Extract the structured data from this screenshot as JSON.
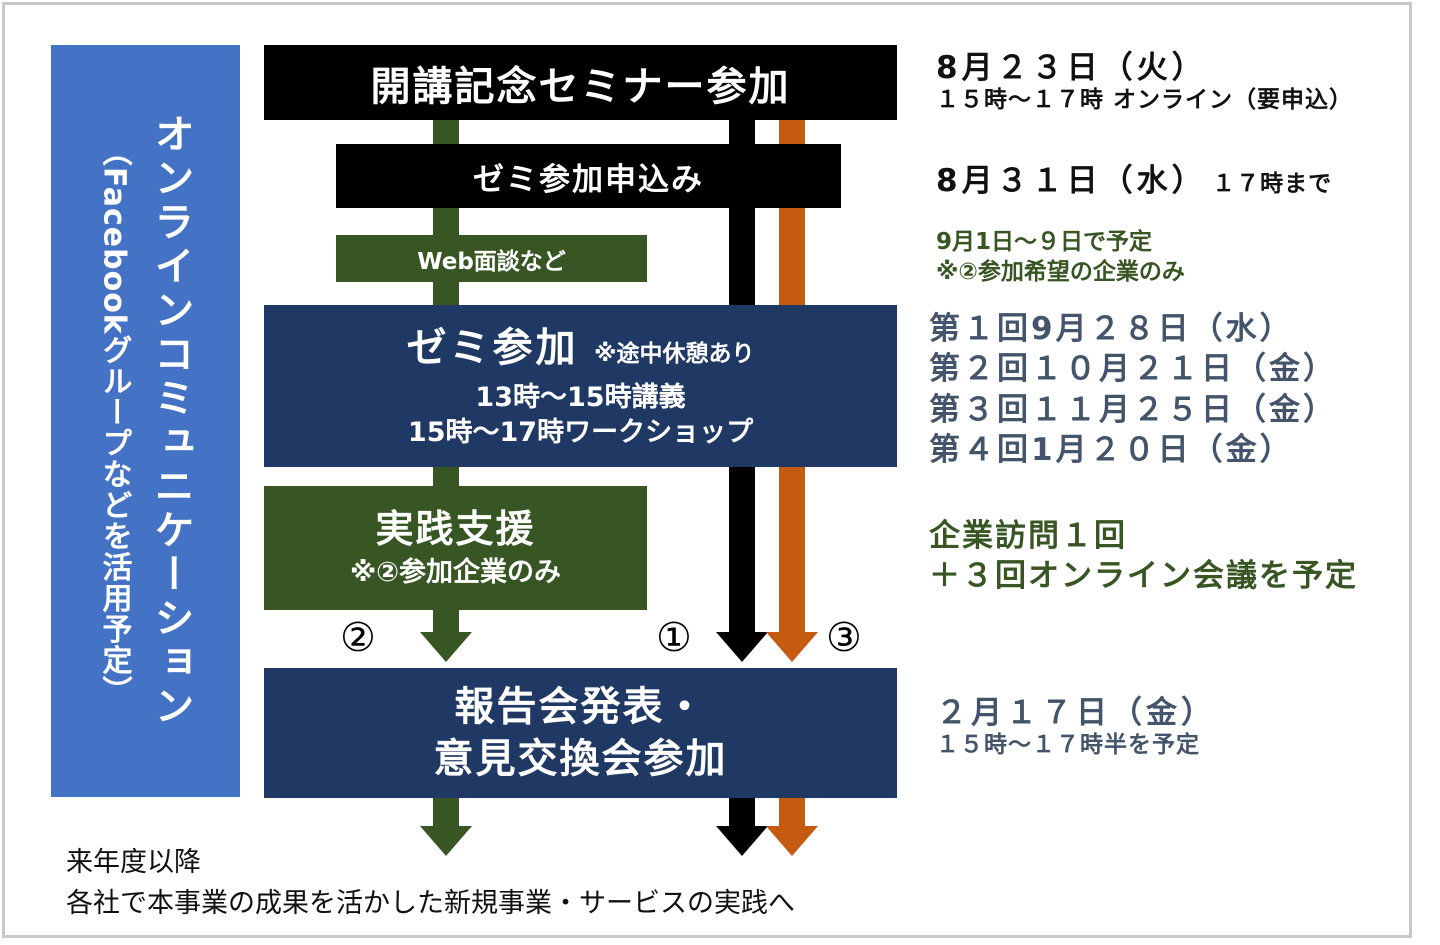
{
  "sidebar": {
    "title": "オンラインコミュニケーション",
    "subtitle": "（Facebookグループなどを活用予定）"
  },
  "flow": {
    "opening_seminar": "開講記念セミナー参加",
    "zemi_application": "ゼミ参加申込み",
    "web_interview": "Web面談など",
    "zemi": {
      "title": "ゼミ参加",
      "note": "※途中休憩あり",
      "line1": "13時～15時講義",
      "line2": "15時～17時ワークショップ"
    },
    "practice_support": {
      "title": "実践支援",
      "note": "※②参加企業のみ"
    },
    "report": {
      "line1": "報告会発表・",
      "line2": "意見交換会参加"
    },
    "tracks": [
      {
        "label": "②",
        "color": "#375623"
      },
      {
        "label": "①",
        "color": "#000000"
      },
      {
        "label": "③",
        "color": "#c55a11"
      }
    ]
  },
  "schedule": {
    "opening": {
      "date": "8月２３日（火）",
      "detail": "１５時～１７時 オンライン（要申込）"
    },
    "application": {
      "date": "8月３１日（水）",
      "detail": "１７時まで"
    },
    "interview": {
      "line1": "9月1日～９日で予定",
      "line2": "※②参加希望の企業のみ"
    },
    "zemi_dates": [
      "第１回9月２８日（水）",
      "第２回１０月２１日（金）",
      "第３回１１月２５日（金）",
      "第４回1月２０日（金）"
    ],
    "support": {
      "line1": "企業訪問１回",
      "line2": "＋３回オンライン会議を予定"
    },
    "report": {
      "date": "２月１７日（金）",
      "detail": "１５時～１７時半を予定"
    }
  },
  "footer": {
    "line1": "来年度以降",
    "line2": "各社で本事業の成果を活かした新規事業・サービスの実践へ"
  },
  "colors": {
    "black": "#000000",
    "green": "#375623",
    "navy": "#203864",
    "blue": "#4472c4",
    "orange": "#c55a11",
    "slate": "#44546a"
  }
}
